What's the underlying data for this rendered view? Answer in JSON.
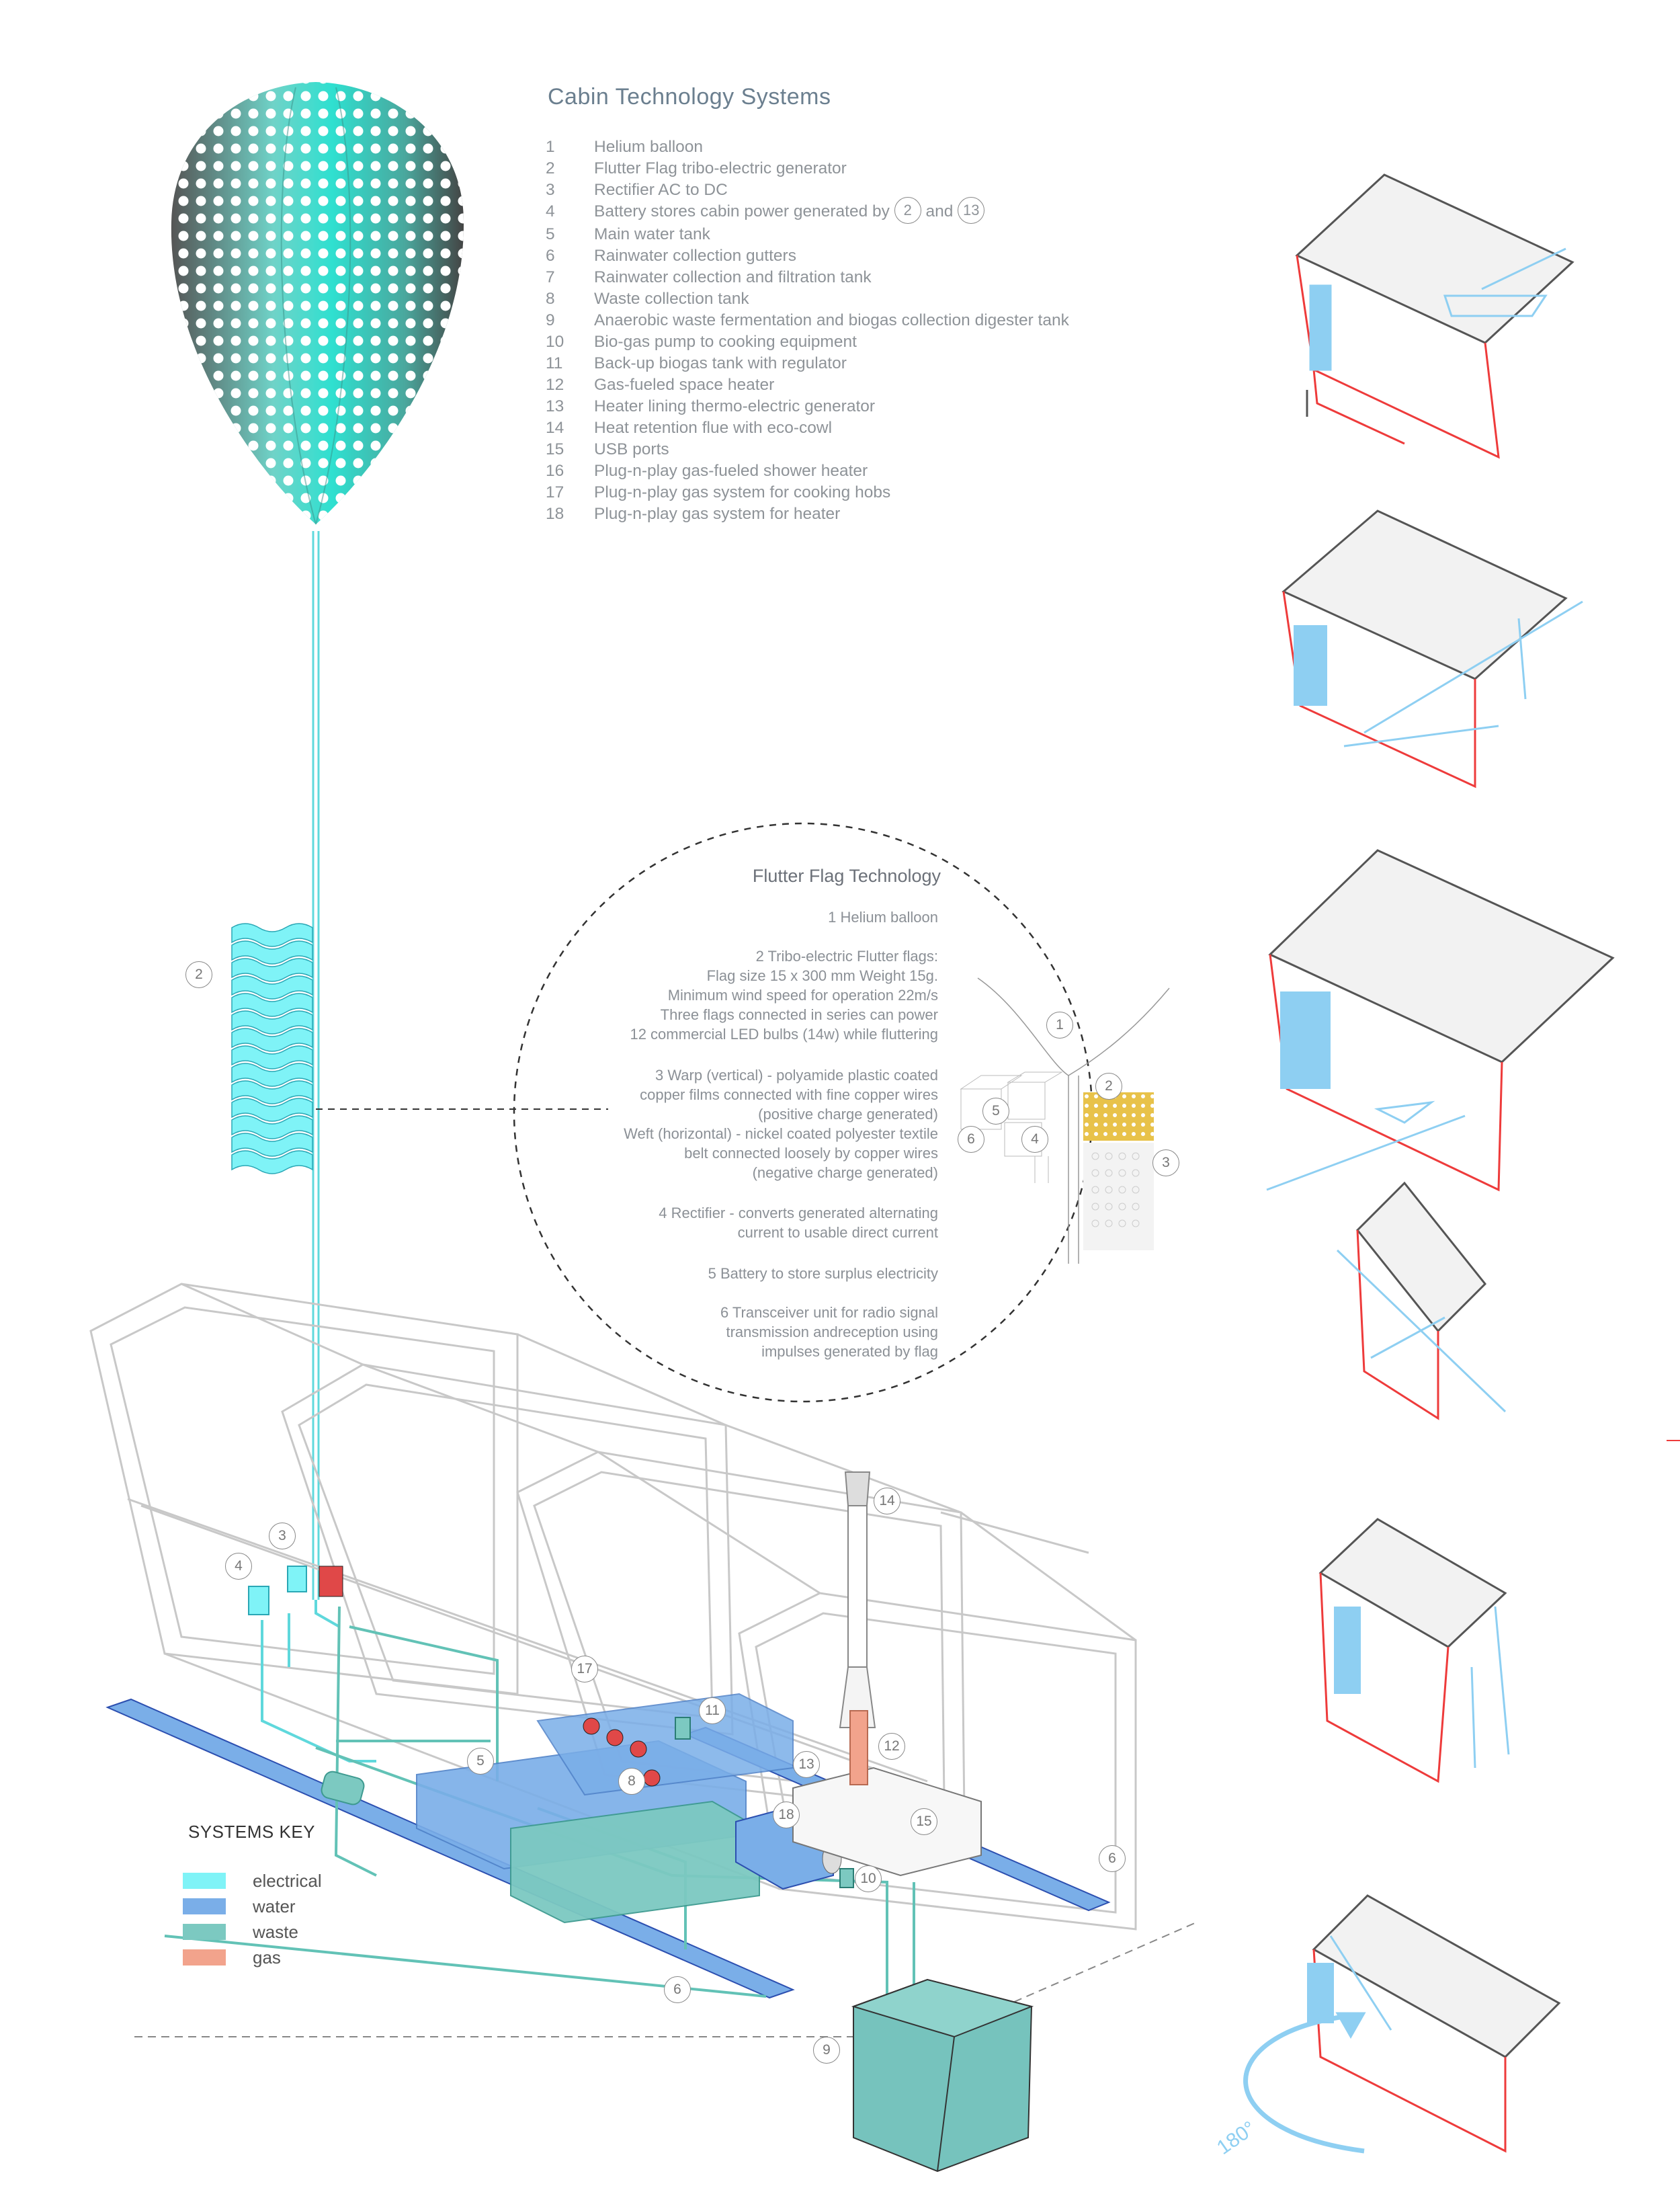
{
  "title": "Cabin Technology Systems",
  "systems": [
    {
      "n": "1",
      "label": "Helium balloon"
    },
    {
      "n": "2",
      "label": "Flutter Flag tribo-electric generator"
    },
    {
      "n": "3",
      "label": "Rectifier AC to DC"
    },
    {
      "n": "4",
      "label": "Battery stores cabin power generated by",
      "ref_a": "2",
      "joiner": "and",
      "ref_b": "13"
    },
    {
      "n": "5",
      "label": "Main water tank"
    },
    {
      "n": "6",
      "label": "Rainwater collection gutters"
    },
    {
      "n": "7",
      "label": "Rainwater collection and filtration tank"
    },
    {
      "n": "8",
      "label": "Waste collection tank"
    },
    {
      "n": "9",
      "label": "Anaerobic waste fermentation and biogas collection digester tank"
    },
    {
      "n": "10",
      "label": "Bio-gas pump to cooking equipment"
    },
    {
      "n": "11",
      "label": "Back-up biogas tank with regulator"
    },
    {
      "n": "12",
      "label": "Gas-fueled space heater"
    },
    {
      "n": "13",
      "label": "Heater lining thermo-electric generator"
    },
    {
      "n": "14",
      "label": "Heat retention flue with eco-cowl"
    },
    {
      "n": "15",
      "label": "USB ports"
    },
    {
      "n": "16",
      "label": "Plug-n-play gas-fueled shower heater"
    },
    {
      "n": "17",
      "label": "Plug-n-play gas system for cooking hobs"
    },
    {
      "n": "18",
      "label": "Plug-n-play gas system for heater"
    }
  ],
  "flutter_flag": {
    "title": "Flutter Flag Technology",
    "item1": "1    Helium balloon",
    "item2": [
      "2    Tribo-electric Flutter flags:",
      "Flag size 15 x 300 mm  Weight 15g.",
      "Minimum wind speed for operation 22m/s",
      "Three flags connected in series can power",
      "12 commercial LED bulbs (14w) while fluttering"
    ],
    "item3": [
      "3    Warp (vertical) - polyamide plastic coated",
      "copper films connected  with fine copper wires",
      "(positive charge generated)",
      "Weft (horizontal) - nickel coated polyester textile",
      "belt connected loosely by copper wires",
      "(negative charge generated)"
    ],
    "item4": [
      "4    Rectifier - converts generated alternating",
      "current to usable direct current"
    ],
    "item5": "5    Battery to store surplus electricity",
    "item6": [
      "6    Transceiver unit for radio signal",
      "transmission andreception using",
      "impulses generated by flag"
    ]
  },
  "systems_key": {
    "title": "SYSTEMS KEY",
    "items": [
      {
        "label": "electrical",
        "color": "#7ff3f7"
      },
      {
        "label": "water",
        "color": "#7aaee8"
      },
      {
        "label": "waste",
        "color": "#7cc9c1"
      },
      {
        "label": "gas",
        "color": "#f2a38c"
      }
    ]
  },
  "callouts": {
    "c2": "2",
    "c3": "3",
    "c4": "4",
    "c5": "5",
    "c6": "6",
    "c6b": "6",
    "c6c": "6",
    "c8": "8",
    "c9": "9",
    "c10": "10",
    "c11": "11",
    "c12": "12",
    "c13": "13",
    "c14": "14",
    "c15": "15",
    "c17": "17",
    "c18": "18",
    "ff1": "1",
    "ff2": "2",
    "ff3": "3",
    "ff4": "4",
    "ff5": "5",
    "ff6": "6"
  },
  "rotation_label": "180°",
  "colors": {
    "electrical": "#7ff3f7",
    "water": "#7aaee8",
    "waste": "#7cc9c1",
    "gas": "#f2a38c",
    "red": "#ee3b3b",
    "sky": "#8ecff2"
  }
}
